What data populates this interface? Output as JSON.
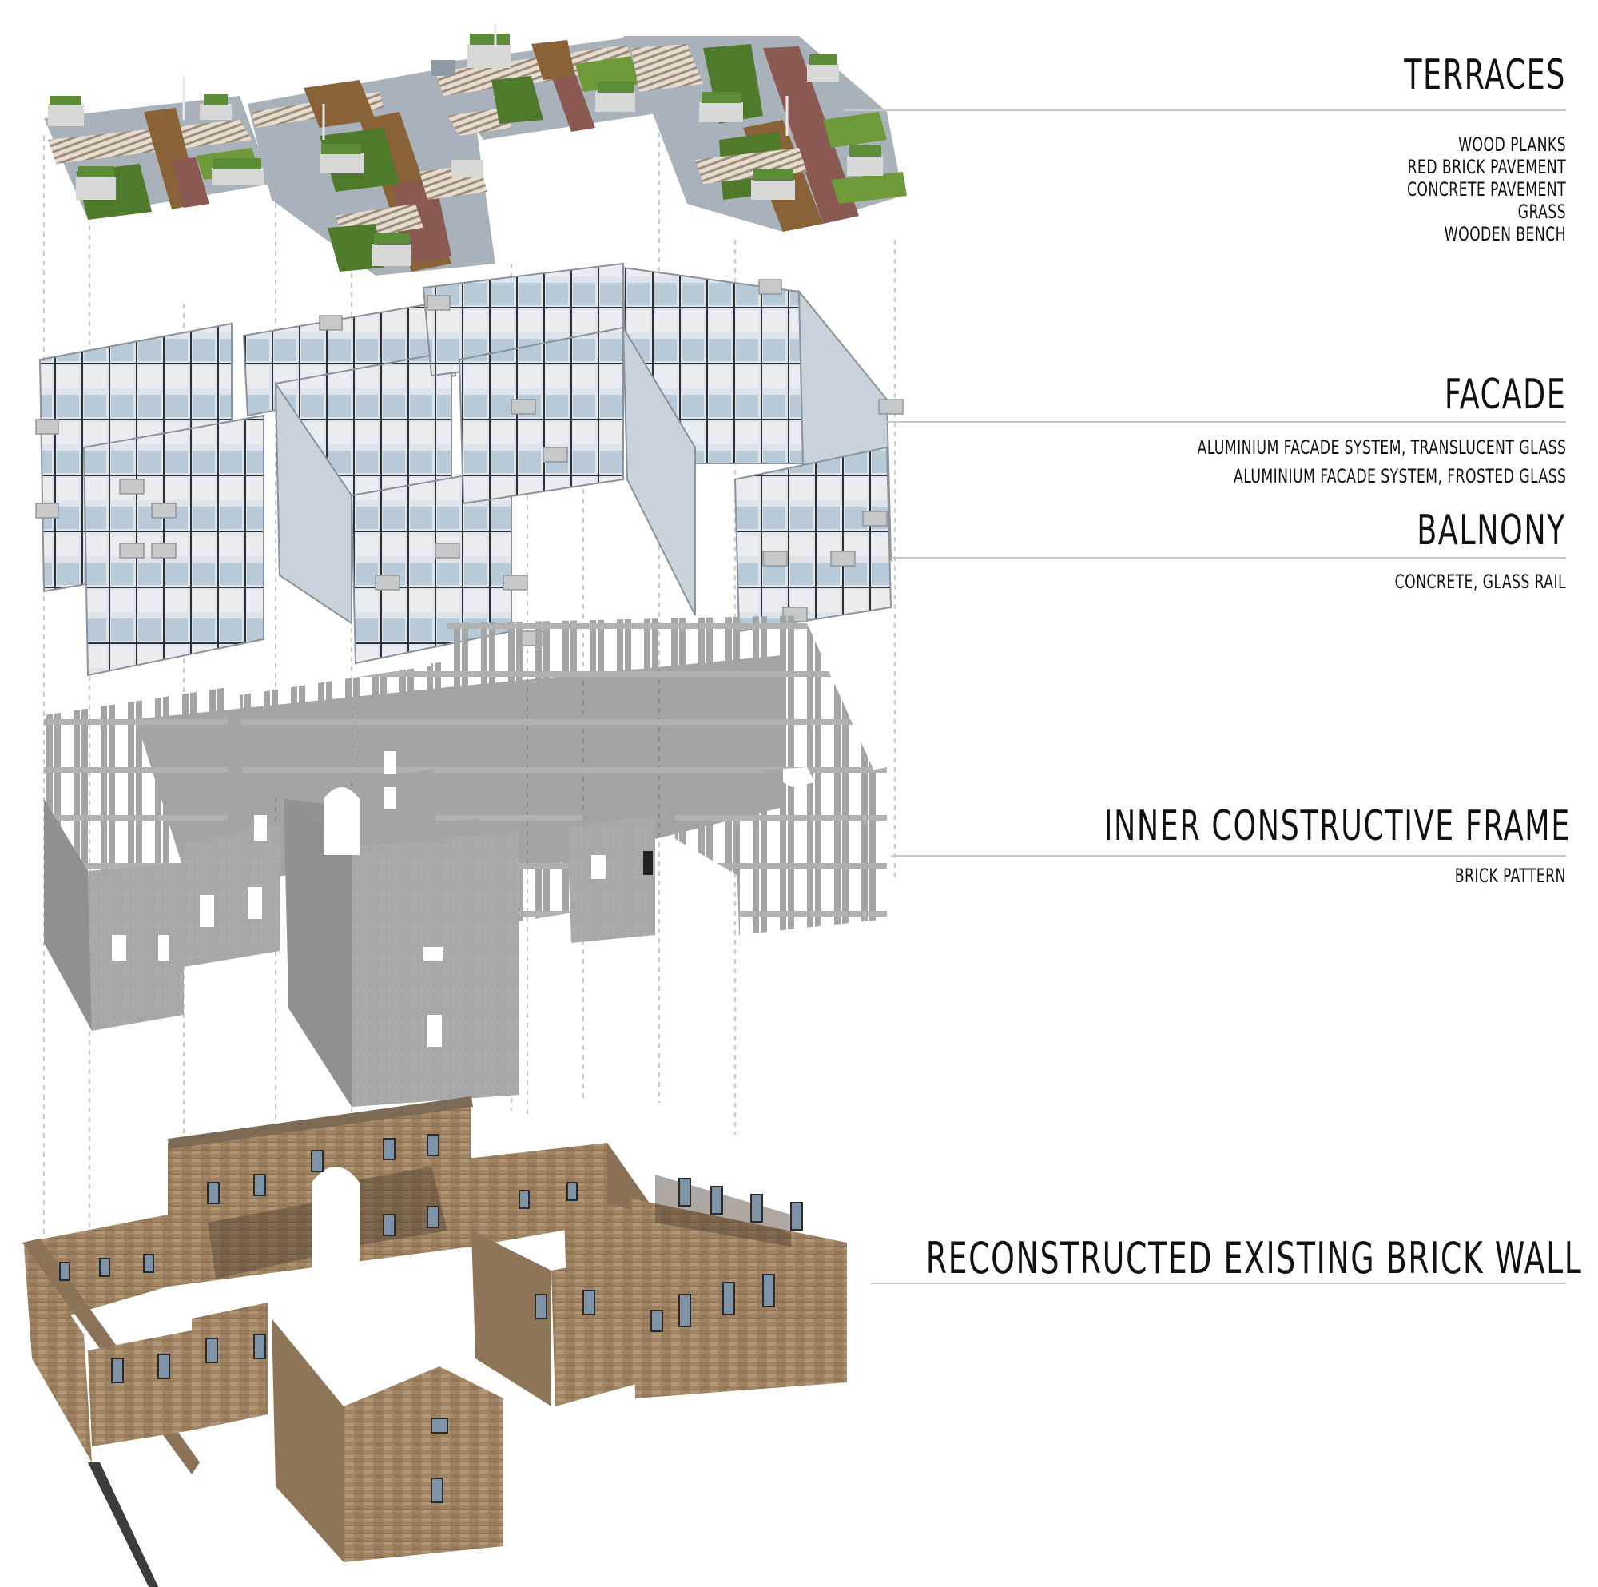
{
  "diagram": {
    "type": "exploded-axonometric",
    "colors": {
      "background": "#ffffff",
      "text": "#111111",
      "leader_line": "#c8c8c8",
      "guide_line": "#b0b0b0",
      "grass": "#4f7a2c",
      "grass_light": "#6e9a3a",
      "wood": "#8a6238",
      "red_brick_pavement": "#8a5a52",
      "concrete_pavement": "#a9b2ba",
      "planter": "#d8d8d6",
      "bench_slats": "#c9b9a4",
      "glass_translucent": "#aec3d4",
      "glass_frosted": "#e3e7ec",
      "mullion": "#1d2228",
      "frame_concrete": "#a5a6a6",
      "frame_shadow": "#5c5f62",
      "brick_wall": "#a08462",
      "brick_shadow": "#5e4c3a",
      "window_glass": "#7f93a8",
      "stair": "#3a3c40"
    }
  },
  "layers": [
    {
      "id": "terraces",
      "title": "TERRACES",
      "items": [
        "WOOD PLANKS",
        "RED BRICK PAVEMENT",
        "CONCRETE PAVEMENT",
        "GRASS",
        "WOODEN BENCH"
      ]
    },
    {
      "id": "facade",
      "title": "FACADE",
      "items": [
        "ALUMINIUM FACADE SYSTEM, TRANSLUCENT GLASS",
        "ALUMINIUM FACADE SYSTEM, FROSTED GLASS"
      ]
    },
    {
      "id": "balcony",
      "title": "BALNONY",
      "items": [
        "CONCRETE, GLASS RAIL"
      ]
    },
    {
      "id": "inner-frame",
      "title": "INNER CONSTRUCTIVE FRAME",
      "items": [
        "BRICK PATTERN"
      ]
    },
    {
      "id": "brick-wall",
      "title": "RECONSTRUCTED EXISTING BRICK WALL",
      "items": []
    }
  ]
}
